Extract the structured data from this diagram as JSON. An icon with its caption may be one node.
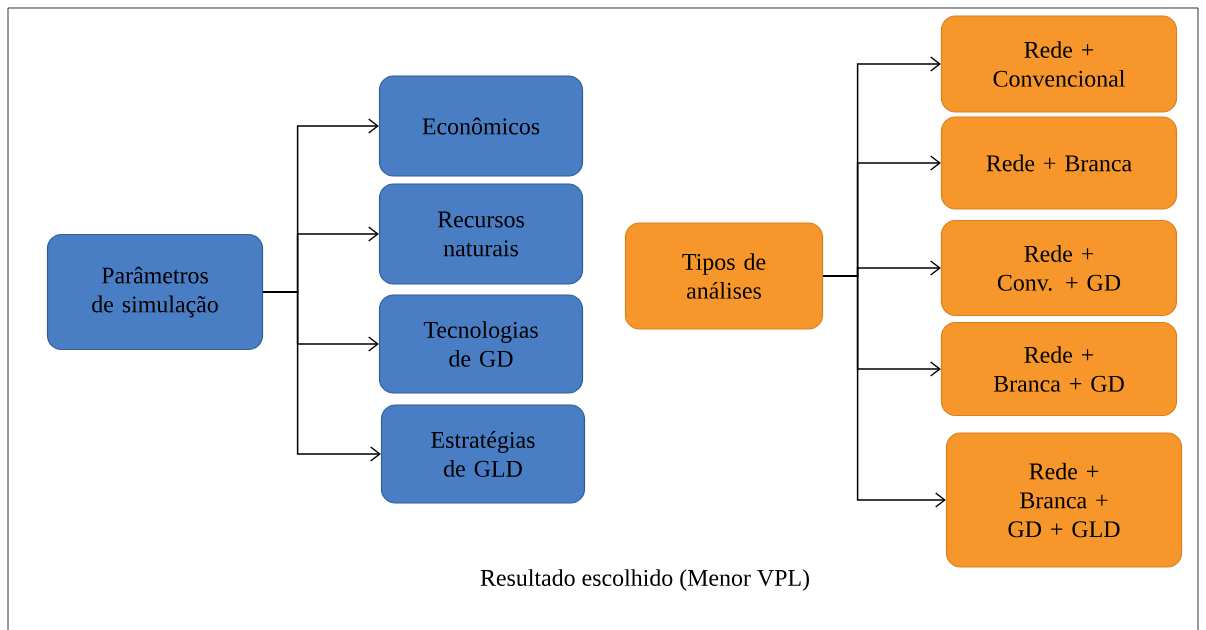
{
  "diagram": {
    "nodes": [
      {
        "text": [
          "Parâmetros de simulação"
        ]
      },
      {
        "text": [
          "Econômicos"
        ]
      },
      {
        "text": [
          "Recursos naturais"
        ]
      },
      {
        "text": [
          "Tecnologias de GD"
        ]
      },
      {
        "text": [
          "Estratégias de GLD"
        ]
      },
      {
        "text": [
          "Tipos de análises"
        ]
      },
      {
        "text": [
          "Rede + Convencional"
        ]
      },
      {
        "text": [
          "Rede + Branca"
        ]
      },
      {
        "text": [
          "Rede + Conv. + GD"
        ]
      },
      {
        "text": [
          "Rede + Branca + GD"
        ]
      },
      {
        "text": [
          "Rede + Branca + GD + GLD"
        ]
      }
    ],
    "edges": [
      {
        "from": 0,
        "to": 1,
        "arrow": "to"
      },
      {
        "from": 0,
        "to": 2,
        "arrow": "to"
      },
      {
        "from": 0,
        "to": 3,
        "arrow": "to"
      },
      {
        "from": 0,
        "to": 4,
        "arrow": "to"
      },
      {
        "from": 5,
        "to": 6,
        "arrow": "to"
      },
      {
        "from": 5,
        "to": 7,
        "arrow": "to"
      },
      {
        "from": 5,
        "to": 8,
        "arrow": "to"
      },
      {
        "from": 5,
        "to": 9,
        "arrow": "to"
      },
      {
        "from": 5,
        "to": 10,
        "arrow": "to"
      }
    ],
    "labels": [
      "Resultado escolhido (Menor VPL)"
    ]
  }
}
